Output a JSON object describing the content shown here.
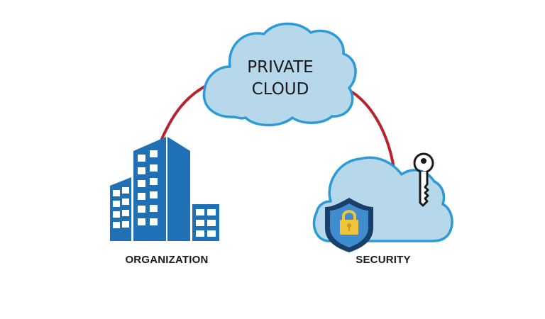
{
  "labels": {
    "cloud_line1": "PRIVATE",
    "cloud_line2": "CLOUD",
    "organization": "ORGANIZATION",
    "security": "SECURITY"
  },
  "icons": {
    "main_cloud": "cloud-icon",
    "building": "building-icon",
    "security_cloud": "cloud-icon",
    "shield": "shield-icon",
    "lock": "padlock-icon",
    "key": "key-icon"
  },
  "colors": {
    "connector": "#b7242f",
    "cloud_fill": "#b7d8ea",
    "cloud_stroke": "#2b9ad6",
    "building": "#1f70b4",
    "shield_dark": "#1b3f6b",
    "shield_light": "#3f8ccf",
    "lock": "#f0c53b",
    "key": "#1a1a1a",
    "text": "#1a1a1a"
  }
}
